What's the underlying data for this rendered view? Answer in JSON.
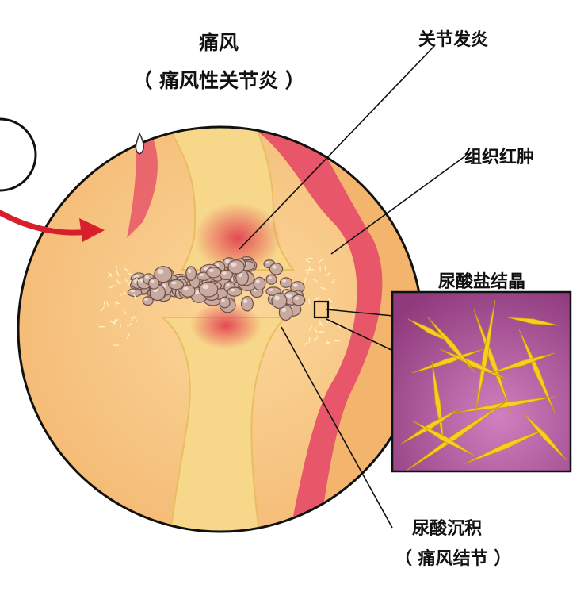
{
  "title": {
    "main": "痛风",
    "sub": "（ 痛风性关节炎 ）"
  },
  "labels": {
    "joint_inflammation": "关节发炎",
    "tissue_swelling": "组织红肿",
    "urate_crystals": "尿酸盐结晶",
    "uric_acid_deposit": "尿酸沉积",
    "gout_tophus": "（ 痛风结节 ）"
  },
  "colors": {
    "bone": "#f7d78a",
    "soft_tissue": "#f8c27a",
    "inflamed": "#e23a4e",
    "crystal_panel": "#b25a9c",
    "crystal": "#f5d020",
    "arrow": "#d8202c",
    "tophus": "#c9aaa0"
  }
}
